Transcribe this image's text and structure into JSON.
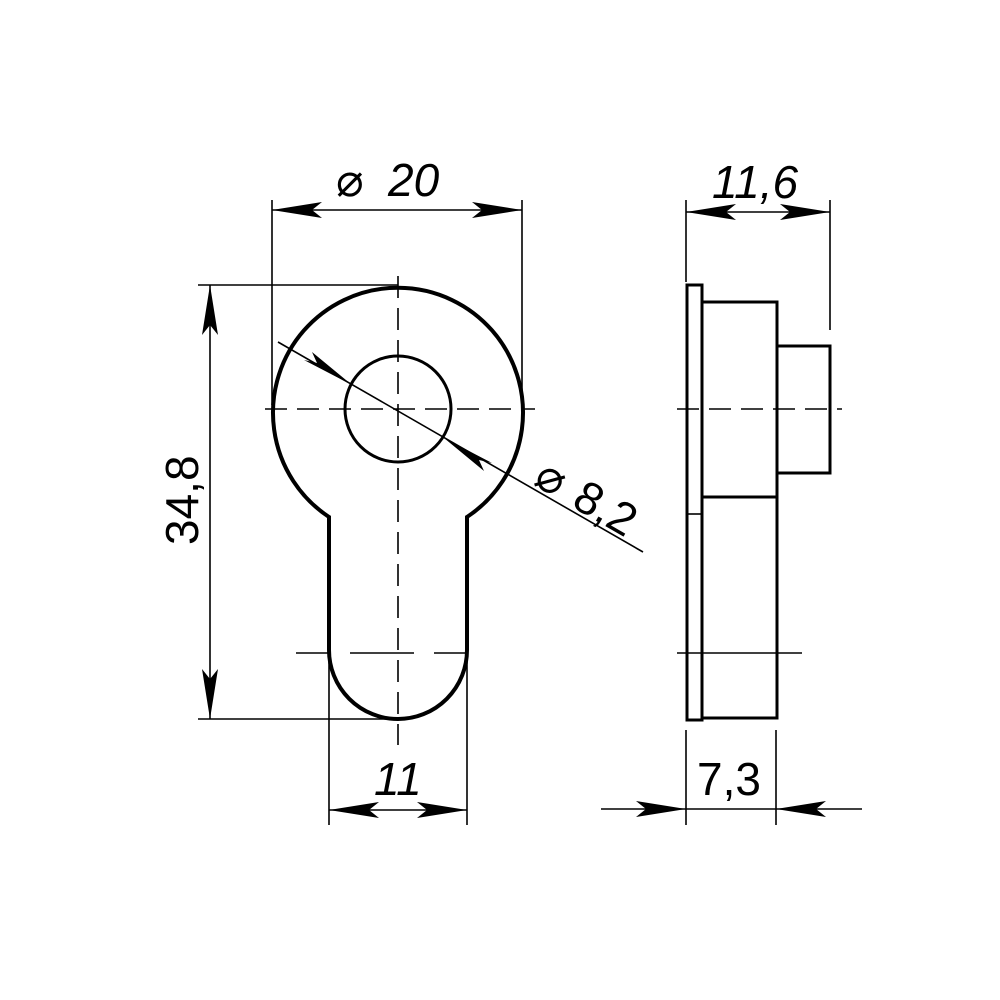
{
  "title": "Cylinder escutcheon technical drawing",
  "colors": {
    "line": "#000000",
    "background": "#ffffff"
  },
  "front_view": {
    "outer_diameter_label": "⌀ 20",
    "outer_diameter_value": "20",
    "hole_diameter_label": "⌀ 8,2",
    "hole_diameter_value": "8,2",
    "height_label": "34,8",
    "height_value": "34,8",
    "tail_width_label": "11",
    "tail_width_value": "11"
  },
  "side_view": {
    "total_depth_label": "11,6",
    "total_depth_value": "11,6",
    "body_depth_label": "7,3",
    "body_depth_value": "7,3"
  },
  "symbols": {
    "diameter": "⌀"
  }
}
